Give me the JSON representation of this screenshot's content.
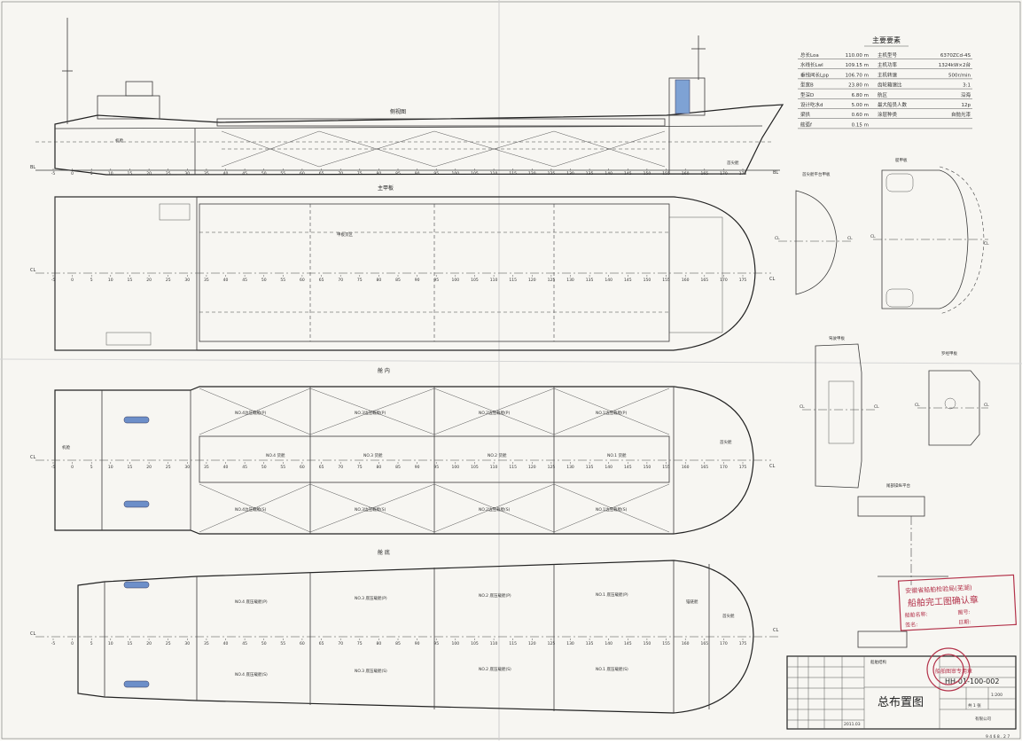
{
  "stations": [
    "-5",
    "0",
    "5",
    "10",
    "15",
    "20",
    "25",
    "30",
    "35",
    "40",
    "45",
    "50",
    "55",
    "60",
    "65",
    "70",
    "75",
    "80",
    "85",
    "90",
    "95",
    "100",
    "105",
    "110",
    "115",
    "120",
    "125",
    "130",
    "135",
    "140",
    "145",
    "150",
    "155",
    "160",
    "165",
    "170",
    "175"
  ],
  "spec_table": {
    "title": "主要要素",
    "left": [
      {
        "k": "总长Loa",
        "v": "110.00 m"
      },
      {
        "k": "水线长Lwl",
        "v": "109.15 m"
      },
      {
        "k": "垂线间长Lpp",
        "v": "106.70 m"
      },
      {
        "k": "型宽B",
        "v": "23.80 m"
      },
      {
        "k": "型深D",
        "v": "6.80 m"
      },
      {
        "k": "设计吃水d",
        "v": "5.00 m"
      },
      {
        "k": "梁拱",
        "v": "0.60 m"
      },
      {
        "k": "舷弧f",
        "v": "0.15 m"
      }
    ],
    "right": [
      {
        "k": "主机型号",
        "v": "6370ZCd-4S"
      },
      {
        "k": "主机功率",
        "v": "1324kW×2台"
      },
      {
        "k": "主机转速",
        "v": "500r/min"
      },
      {
        "k": "齿轮箱速比",
        "v": "3:1"
      },
      {
        "k": "航区",
        "v": "沿海"
      },
      {
        "k": "最大船员人数",
        "v": "12p"
      },
      {
        "k": "涂层种类",
        "v": "自抛光漆"
      },
      {
        "k": "",
        "v": ""
      }
    ]
  },
  "views": {
    "profile": "侧视图",
    "main_deck": "主甲板",
    "hold": "舱 内",
    "bottom": "舱 底",
    "bridge_deck": "驾驶甲板",
    "compass_deck": "罗经甲板",
    "boat_deck": "艇甲板",
    "fore_platform": "首尖舱平台甲板",
    "aft_view": "尾部操纵平台"
  },
  "hold_labels": {
    "wing_p": [
      "NO.4边压载舱(P)",
      "NO.3边压载舱(P)",
      "NO.2边压载舱(P)",
      "NO.1边压载舱(P)"
    ],
    "wing_s": [
      "NO.4边压载舱(S)",
      "NO.3边压载舱(S)",
      "NO.2边压载舱(S)",
      "NO.1边压载舱(S)"
    ],
    "center": [
      "NO.4 货舱",
      "NO.3 货舱",
      "NO.2 货舱",
      "NO.1 货舱"
    ],
    "bottom_p": [
      "NO.4 底压载舱(P)",
      "NO.3 底压载舱(P)",
      "NO.2 底压载舱(P)",
      "NO.1 底压载舱(P)"
    ],
    "bottom_s": [
      "NO.4 底压载舱(S)",
      "NO.3 底压载舱(S)",
      "NO.2 底压载舱(S)",
      "NO.1 底压载舱(S)"
    ],
    "engine": "机舱",
    "fore_peak": "首尖舱",
    "chain": "锚链舱",
    "deck_cargo": "甲板货区"
  },
  "cl_label": "CL",
  "bl_label": "BL",
  "approval": {
    "org": "安徽省船舶检验局(芜湖)",
    "title": "船舶完工图确认章",
    "fields": [
      "船舶名称:",
      "图号:",
      "签名:",
      "日期:"
    ],
    "stamp_mark": "安船检"
  },
  "title_block": {
    "drawing_title": "总布置图",
    "drawing_no": "HH-01-100-002",
    "company": "有限公司",
    "design_mark": "船舶结构",
    "seal": "船舶图审专用章",
    "date": "2011.03",
    "scale": "1:200",
    "sheet": "共 1 张",
    "footer": "9 4 6 8 . 2 7"
  },
  "colors": {
    "stamp": "#b3324a",
    "line": "#3a3a3a",
    "paper": "#f7f6f2"
  }
}
